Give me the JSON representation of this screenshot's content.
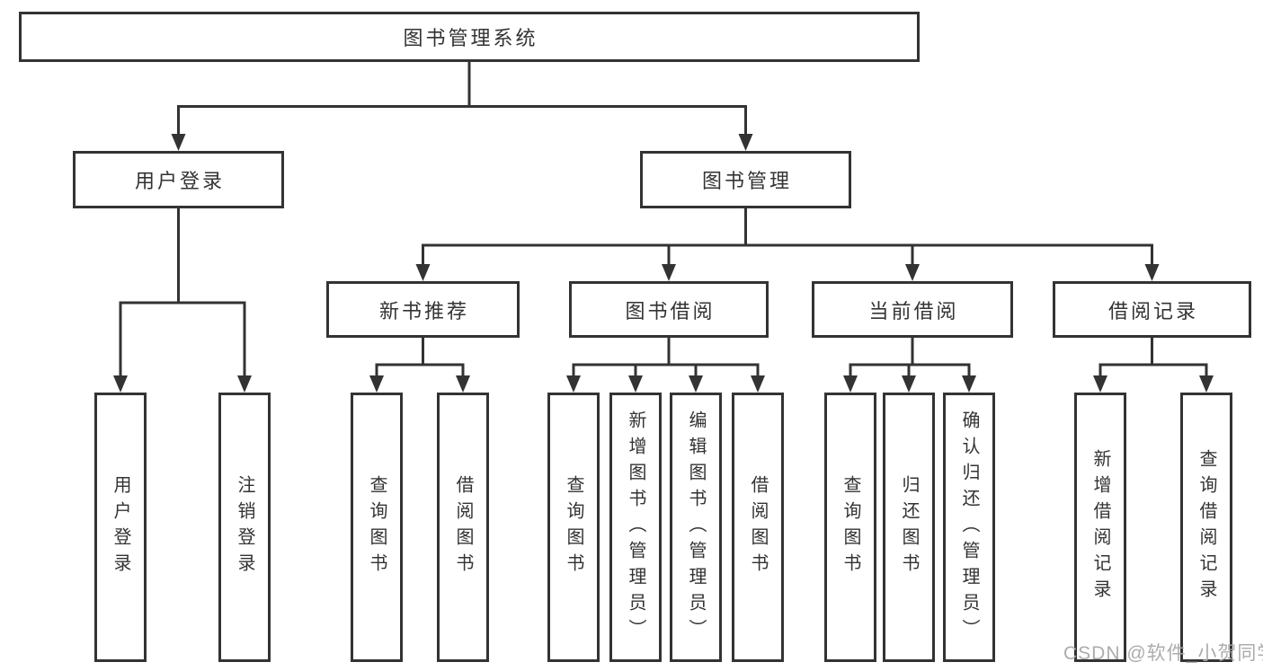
{
  "tree": {
    "root": {
      "label": "图书管理系统",
      "children": [
        {
          "label": "用户登录",
          "children": [
            {
              "label": "用户登录"
            },
            {
              "label": "注销登录"
            }
          ]
        },
        {
          "label": "图书管理",
          "children": [
            {
              "label": "新书推荐",
              "children": [
                {
                  "label": "查询图书"
                },
                {
                  "label": "借阅图书"
                }
              ]
            },
            {
              "label": "图书借阅",
              "children": [
                {
                  "label": "查询图书"
                },
                {
                  "label": "新增图书（管理员）"
                },
                {
                  "label": "编辑图书（管理员）"
                },
                {
                  "label": "借阅图书"
                }
              ]
            },
            {
              "label": "当前借阅",
              "children": [
                {
                  "label": "查询图书"
                },
                {
                  "label": "归还图书"
                },
                {
                  "label": "确认归还（管理员）"
                }
              ]
            },
            {
              "label": "借阅记录",
              "children": [
                {
                  "label": "新增借阅记录"
                },
                {
                  "label": "查询借阅记录"
                }
              ]
            }
          ]
        }
      ]
    }
  },
  "watermark": "CSDN @软件_小贺同学",
  "colors": {
    "line": "#333333",
    "box_border": "#333333",
    "text": "#333333",
    "watermark": "#a8a8a8",
    "background": "#ffffff"
  }
}
